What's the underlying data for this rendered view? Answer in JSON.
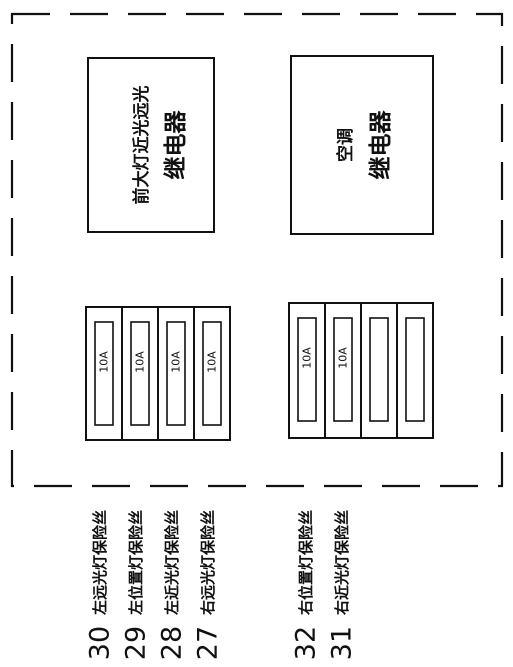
{
  "relays": [
    {
      "id": "headlight",
      "lines": [
        "前大灯近光远光",
        "继电器"
      ]
    },
    {
      "id": "ac",
      "lines": [
        "空调",
        "继电器"
      ]
    }
  ],
  "fuse_groups": [
    {
      "fuses": [
        {
          "rating": "10A",
          "label": "左远光灯保险丝",
          "number": "30"
        },
        {
          "rating": "10A",
          "label": "左位置灯保险丝",
          "number": "29"
        },
        {
          "rating": "10A",
          "label": "左近光灯保险丝",
          "number": "28"
        },
        {
          "rating": "10A",
          "label": "右远光灯保险丝",
          "number": "27"
        }
      ]
    },
    {
      "fuses": [
        {
          "rating": "10A",
          "label": "右位置灯保险丝",
          "number": "32"
        },
        {
          "rating": "10A",
          "label": "右近光灯保险丝",
          "number": "31"
        },
        {
          "rating": "",
          "label": "",
          "number": ""
        },
        {
          "rating": "",
          "label": "",
          "number": ""
        }
      ]
    }
  ]
}
